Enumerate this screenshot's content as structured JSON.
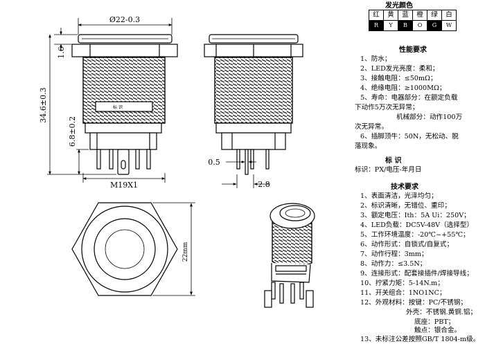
{
  "dimensions": {
    "top_diameter": "Ø22-0.3",
    "cap_height": "1.6",
    "total_height": "34.6±0.3",
    "terminal_height": "6.8±0.2",
    "thread": "M19X1",
    "pin_thickness": "0.5",
    "pin_width": "2.8",
    "hex_size": "22mm",
    "body_mark": "标 识"
  },
  "light_colors": {
    "title": "发光颜色",
    "names": [
      "红",
      "黄",
      "蓝",
      "橙",
      "绿",
      "白"
    ],
    "codes": [
      "R",
      "Y",
      "B",
      "O",
      "G",
      "W"
    ]
  },
  "performance": {
    "title": "性能要求",
    "lines": [
      "1、防水；",
      "2、LED发光亮度：柔和；",
      "3、接触电阻：≤50mΩ；",
      "4、绝缘电阻：≥1000MΩ；",
      "5、寿命：电器部分：在额定负载",
      "下动作5万次无异常；",
      "机械部分：动作100万",
      "次无异常。",
      "6、插脚顶牛：50N，无松动、脱",
      "落现象。"
    ]
  },
  "marking": {
    "title": "标 识",
    "text": "标识：PX/电压-年月日"
  },
  "technical": {
    "title": "技术要求",
    "lines": [
      "1、表面清洁，光泽均匀；",
      "2、标识清晰，无错位、重印；",
      "3、额定电压：Ith：5A  Ui：250V；",
      "4、LED负载：DC5V-48V（选择型）",
      "5、工作环境温度：-20℃~+55℃；",
      "6、动作形式：自锁式/自复式；",
      "7、动作行程：3mm；",
      "8、动作力：≤3.5N；",
      "9、连接形式：配套接插件/焊接导线；",
      "10、拧紧力矩：5-14N.m；",
      "11、开关组合：1NO1NC；",
      "12、外观材料：按键：PC/不锈钢；",
      "外壳：不锈钢.黄铜.铝；",
      "底座：PBT；",
      "触点：银合金。",
      "13、未标注公差按照GB/T 1804-m级。"
    ]
  }
}
